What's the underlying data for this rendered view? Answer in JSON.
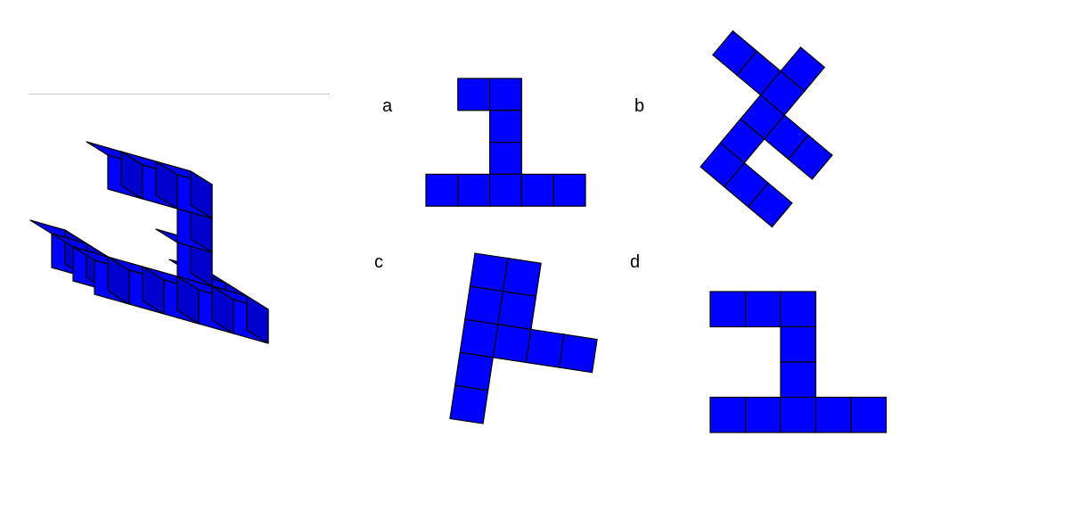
{
  "colors": {
    "cube_fill": "#0000ff",
    "cube_top": "#0000ee",
    "cube_side": "#0000cc",
    "edge": "#000000"
  },
  "options": [
    {
      "label": "a"
    },
    {
      "label": "b"
    },
    {
      "label": "c"
    },
    {
      "label": "d"
    }
  ]
}
